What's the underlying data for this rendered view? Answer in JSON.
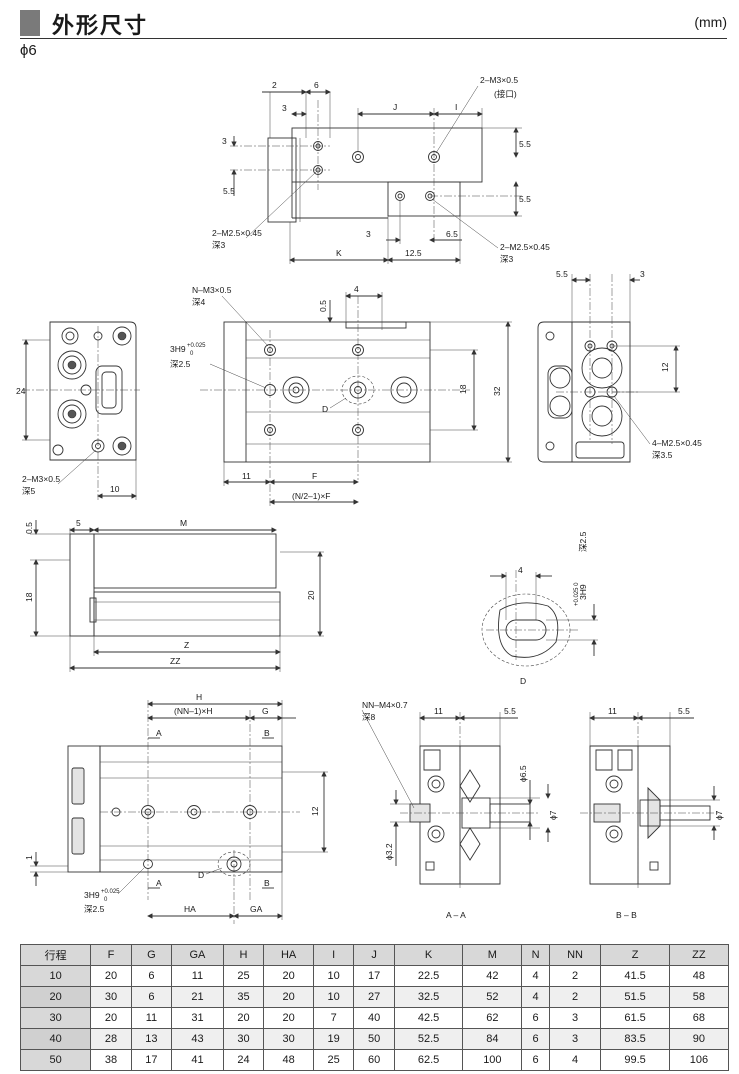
{
  "header": {
    "title": "外形尺寸",
    "unit": "(mm)",
    "subtitle": "ϕ6"
  },
  "drawing": {
    "top": {
      "dims": [
        "2",
        "6",
        "3",
        "J",
        "I",
        "3",
        "5.5",
        "5.5",
        "5.5",
        "3",
        "6.5",
        "K",
        "12.5"
      ],
      "note_port": "2–M3×0.5",
      "note_port_sub": "(接口)",
      "note_m25": "2–M2.5×0.45",
      "note_m25_depth": "深3",
      "note_m25b": "2–M2.5×0.45",
      "note_m25b_depth": "深3"
    },
    "middle": {
      "note_n": "N–M3×0.5",
      "note_n_depth": "深4",
      "dims": [
        "0.5",
        "4",
        "18",
        "32",
        "11",
        "F",
        "(N/2–1)×F"
      ],
      "note_hole": "3H9",
      "note_hole_tol_up": "+0.025",
      "note_hole_tol_lo": "0",
      "note_hole_depth": "深2.5",
      "label_d": "D"
    },
    "left": {
      "dims": [
        "24",
        "10"
      ],
      "note": "2–M3×0.5",
      "note_depth": "深5"
    },
    "right": {
      "dims": [
        "5.5",
        "3",
        "12"
      ],
      "note": "4–M2.5×0.45",
      "note_depth": "深3.5"
    },
    "side": {
      "dims": [
        "0.5",
        "5",
        "M",
        "18",
        "20",
        "Z",
        "ZZ"
      ]
    },
    "detail_d": {
      "dims": [
        "4"
      ],
      "vertical_note": "3H9",
      "vertical_tol": "+0.025 0",
      "vertical_depth": "深2.5",
      "label": "D"
    },
    "bottom": {
      "dims": [
        "H",
        "(NN–1)×H",
        "G",
        "12",
        "1",
        "HA",
        "GA"
      ],
      "section_a": "A",
      "section_b": "B",
      "label_d": "D",
      "note_hole": "3H9",
      "note_hole_tol_up": "+0.025",
      "note_hole_tol_lo": "0",
      "note_hole_depth": "深2.5"
    },
    "section_aa": {
      "note": "NN–M4×0.7",
      "note_depth": "深8",
      "dims": [
        "11",
        "5.5",
        "ϕ6.5",
        "ϕ7",
        "ϕ3.2"
      ],
      "caption": "A – A"
    },
    "section_bb": {
      "dims": [
        "11",
        "5.5",
        "ϕ7"
      ],
      "caption": "B – B"
    }
  },
  "table": {
    "headers": [
      "行程",
      "F",
      "G",
      "GA",
      "H",
      "HA",
      "I",
      "J",
      "K",
      "M",
      "N",
      "NN",
      "Z",
      "ZZ"
    ],
    "rows": [
      [
        "10",
        "20",
        "6",
        "11",
        "25",
        "20",
        "10",
        "17",
        "22.5",
        "42",
        "4",
        "2",
        "41.5",
        "48"
      ],
      [
        "20",
        "30",
        "6",
        "21",
        "35",
        "20",
        "10",
        "27",
        "32.5",
        "52",
        "4",
        "2",
        "51.5",
        "58"
      ],
      [
        "30",
        "20",
        "11",
        "31",
        "20",
        "20",
        "7",
        "40",
        "42.5",
        "62",
        "6",
        "3",
        "61.5",
        "68"
      ],
      [
        "40",
        "28",
        "13",
        "43",
        "30",
        "30",
        "19",
        "50",
        "52.5",
        "84",
        "6",
        "3",
        "83.5",
        "90"
      ],
      [
        "50",
        "38",
        "17",
        "41",
        "24",
        "48",
        "25",
        "60",
        "62.5",
        "100",
        "6",
        "4",
        "99.5",
        "106"
      ]
    ]
  }
}
